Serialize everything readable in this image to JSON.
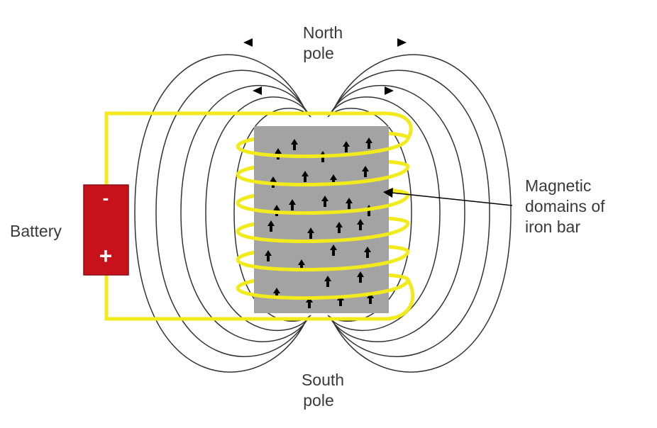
{
  "labels": {
    "north_line1": "North",
    "north_line2": "pole",
    "south_line1": "South",
    "south_line2": "pole",
    "battery": "Battery",
    "domains_line1": "Magnetic",
    "domains_line2": "domains of",
    "domains_line3": "iron bar"
  },
  "battery": {
    "negative_symbol": "-",
    "positive_symbol": "+"
  },
  "colors": {
    "coil": "#f2ea1b",
    "field_line": "#333333",
    "iron_bar": "#a3a3a3",
    "battery": "#c8121b",
    "text": "#3a3a3a",
    "arrow": "#000000"
  },
  "icons": [
    "north-up-domain-arrow",
    "field-direction-arrow",
    "battery-icon"
  ]
}
